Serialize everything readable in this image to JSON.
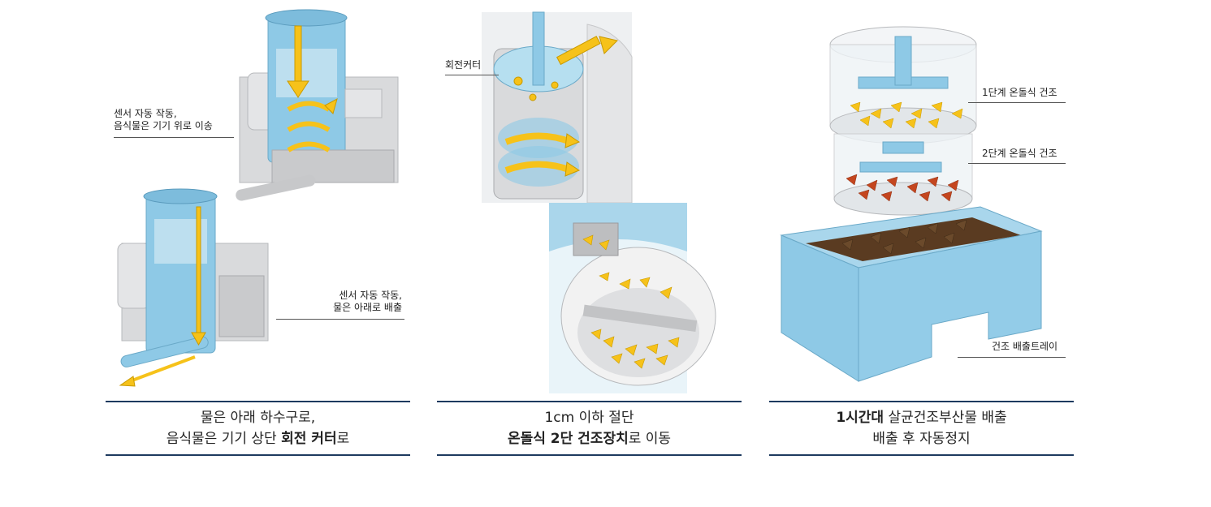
{
  "panels": [
    {
      "id": "p1",
      "labels": [
        {
          "line1": "센서 자동 작동,",
          "line2": "음식물은 기기 위로 이송"
        },
        {
          "line1": "센서 자동 작동,",
          "line2": "물은 아래로 배출"
        }
      ],
      "caption": {
        "line1": "물은 아래 하수구로,",
        "line2_prefix": "음식물은 기기 상단 ",
        "line2_bold": "회전 커터",
        "line2_suffix": "로"
      }
    },
    {
      "id": "p2",
      "labels": [
        {
          "text": "회전커터"
        }
      ],
      "caption": {
        "line1": "1cm 이하 절단",
        "line2_bold": "온돌식 2단 건조장치",
        "line2_suffix": "로 이동"
      }
    },
    {
      "id": "p3",
      "labels": [
        {
          "text": "1단계 온돌식 건조"
        },
        {
          "text": "2단계 온돌식 건조"
        },
        {
          "text": "건조 배출트레이"
        }
      ],
      "caption": {
        "line1_bold": "1시간대",
        "line1_suffix": " 살균건조부산물 배출",
        "line2": "배출 후 자동정지"
      }
    }
  ],
  "colors": {
    "accent_blue": "#8ec9e6",
    "arrow_yellow": "#f6c21a",
    "caption_rule": "#1d3a5f",
    "machine_grey": "#d9dadc",
    "dried_brown": "#6b4a2b",
    "dried_red": "#c4461f"
  }
}
